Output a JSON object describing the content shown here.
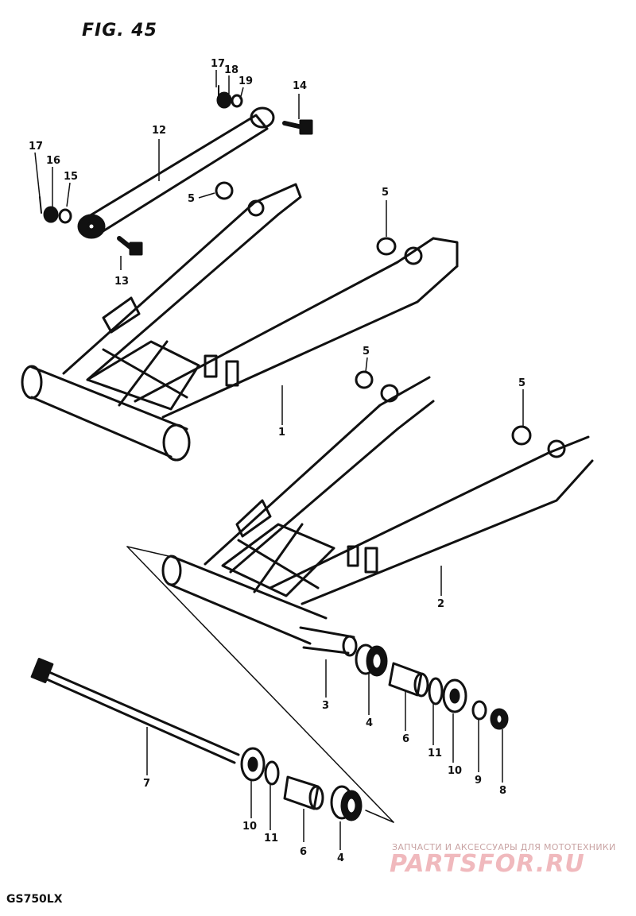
{
  "figure": {
    "title": "FIG. 45",
    "model": "GS750LX"
  },
  "watermark": {
    "tagline": "ЗАПЧАСТИ И АКСЕССУАРЫ ДЛЯ МОТОТЕХНИКИ",
    "brand": "PARTSFOR.RU",
    "color": "#f0b9bd"
  },
  "callouts": [
    {
      "id": "c17a",
      "label": "17"
    },
    {
      "id": "c18",
      "label": "18"
    },
    {
      "id": "c19",
      "label": "19"
    },
    {
      "id": "c14",
      "label": "14"
    },
    {
      "id": "c12",
      "label": "12"
    },
    {
      "id": "c17b",
      "label": "17"
    },
    {
      "id": "c16",
      "label": "16"
    },
    {
      "id": "c15",
      "label": "15"
    },
    {
      "id": "c5a",
      "label": "5"
    },
    {
      "id": "c5b",
      "label": "5"
    },
    {
      "id": "c13",
      "label": "13"
    },
    {
      "id": "c1",
      "label": "1"
    },
    {
      "id": "c5c",
      "label": "5"
    },
    {
      "id": "c5d",
      "label": "5"
    },
    {
      "id": "c2",
      "label": "2"
    },
    {
      "id": "c3",
      "label": "3"
    },
    {
      "id": "c4a",
      "label": "4"
    },
    {
      "id": "c6a",
      "label": "6"
    },
    {
      "id": "c11a",
      "label": "11"
    },
    {
      "id": "c10a",
      "label": "10"
    },
    {
      "id": "c9",
      "label": "9"
    },
    {
      "id": "c8",
      "label": "8"
    },
    {
      "id": "c7",
      "label": "7"
    },
    {
      "id": "c10b",
      "label": "10"
    },
    {
      "id": "c11b",
      "label": "11"
    },
    {
      "id": "c6b",
      "label": "6"
    },
    {
      "id": "c4b",
      "label": "4"
    }
  ]
}
